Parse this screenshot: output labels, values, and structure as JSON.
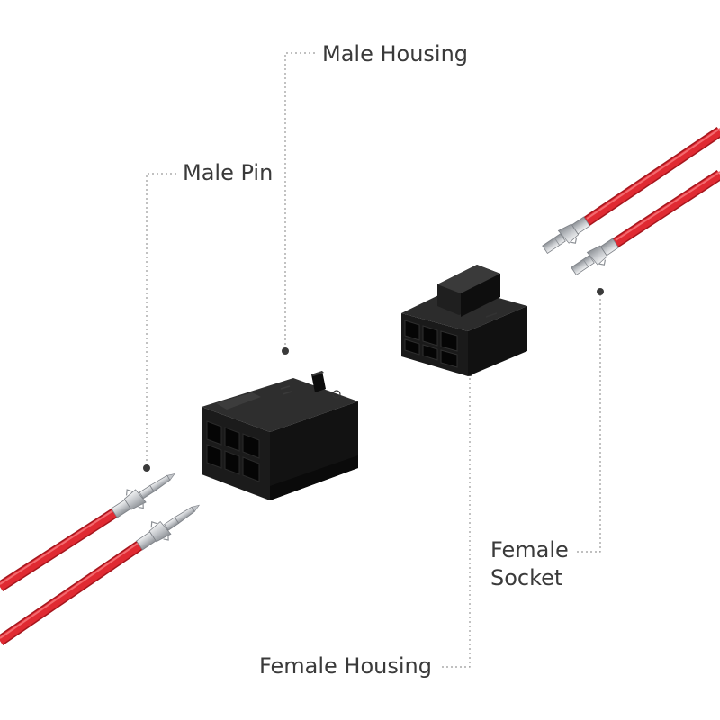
{
  "labels": {
    "male_housing": "Male Housing",
    "male_pin": "Male Pin",
    "female_socket_line1": "Female",
    "female_socket_line2": "Socket",
    "female_housing": "Female Housing"
  },
  "colors": {
    "wire": "#e02a32",
    "housing": "#141414",
    "leader_line": "#9a9a9a",
    "label_text": "#3a3a3a",
    "terminal_metal": "#c9ccd0"
  }
}
